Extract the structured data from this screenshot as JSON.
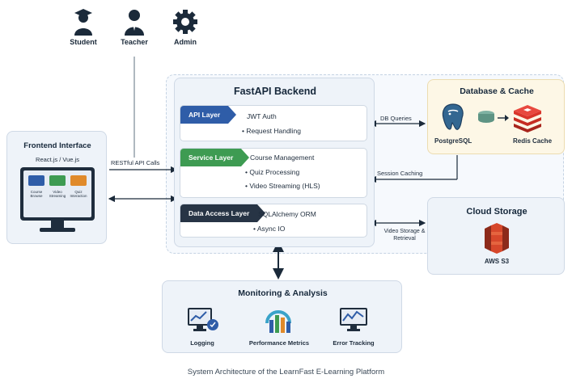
{
  "users": [
    {
      "label": "Student",
      "icon": "student-icon"
    },
    {
      "label": "Teacher",
      "icon": "teacher-icon"
    },
    {
      "label": "Admin",
      "icon": "admin-gear-icon"
    }
  ],
  "frontend": {
    "title": "Frontend Interface",
    "subtitle": "React.js / Vue.js",
    "tiles": [
      "Course Browse",
      "Video Streaming",
      "Quiz Interaction"
    ]
  },
  "backend": {
    "title": "FastAPI Backend",
    "api_layer": {
      "tag": "API Layer",
      "items": [
        "JWT Auth",
        "Request Handling"
      ]
    },
    "service_layer": {
      "tag": "Service Layer",
      "items": [
        "Course Management",
        "Quiz Processing",
        "Video Streaming (HLS)"
      ]
    },
    "data_layer": {
      "tag": "Data Access Layer",
      "items": [
        "SQLAlchemy ORM",
        "Async IO"
      ]
    }
  },
  "connections": {
    "restful": "RESTful API Calls",
    "db_queries": "DB Queries",
    "session_caching": "Session Caching",
    "video_storage": "Video Storage & Retrieval"
  },
  "database": {
    "title": "Database & Cache",
    "postgres": "PostgreSQL",
    "redis": "Redis Cache"
  },
  "cloud": {
    "title": "Cloud Storage",
    "s3": "AWS S3"
  },
  "monitoring": {
    "title": "Monitoring & Analysis",
    "items": [
      "Logging",
      "Performance Metrics",
      "Error Tracking"
    ]
  },
  "caption": "System Architecture of the LearnFast E-Learning Platform",
  "colors": {
    "api_tag": "#2f5da8",
    "service_tag": "#3e9b52",
    "data_tag": "#273445",
    "db_panel": "#fdf7e6",
    "redis": "#d9352b",
    "s3": "#d6472b",
    "postgres": "#336791"
  }
}
